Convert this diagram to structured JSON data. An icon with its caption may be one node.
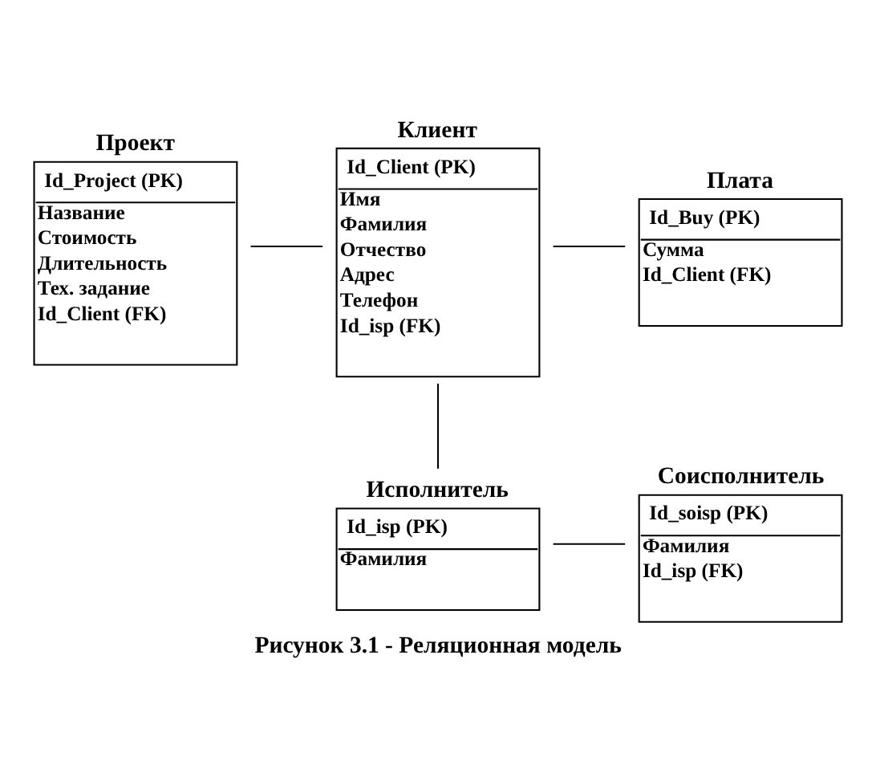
{
  "diagram": {
    "caption": "Рисунок 3.1 - Реляционная модель",
    "nodes": [
      {
        "text": [
          "Проект",
          "Id_Project (PK)",
          "Название",
          "Стоимость",
          "Длительность",
          "Тех. задание",
          "Id_Client (FK)"
        ]
      },
      {
        "text": [
          "Клиент",
          "Id_Client (PK)",
          "Имя",
          "Фамилия",
          "Отчество",
          "Адрес",
          "Телефон",
          "Id_isp (FK)"
        ]
      },
      {
        "text": [
          "Плата",
          "Id_Buy (PK)",
          "Сумма",
          "Id_Client (FK)"
        ]
      },
      {
        "text": [
          "Исполнитель",
          "Id_isp (PK)",
          "Фамилия"
        ]
      },
      {
        "text": [
          "Соисполнитель",
          "Id_soisp (PK)",
          "Фамилия",
          "Id_isp (FK)"
        ]
      }
    ],
    "edges": [
      {
        "from": 0,
        "to": 1,
        "arrow": "none"
      },
      {
        "from": 1,
        "to": 2,
        "arrow": "none"
      },
      {
        "from": 1,
        "to": 3,
        "arrow": "none"
      },
      {
        "from": 3,
        "to": 4,
        "arrow": "none"
      }
    ]
  }
}
